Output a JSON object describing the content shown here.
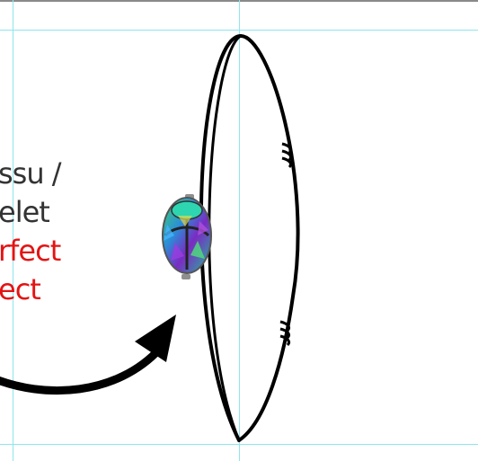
{
  "caption": {
    "line1": "ssu /",
    "line2": "elet",
    "line3": "rfect",
    "line4": "ect"
  },
  "colors": {
    "guide": "#8ee6ee",
    "caption_dark": "#333333",
    "caption_red": "#e31414",
    "cord": "#000000"
  },
  "icons": {
    "charm": "scarab-charm-icon",
    "arrow": "curved-arrow-icon"
  }
}
